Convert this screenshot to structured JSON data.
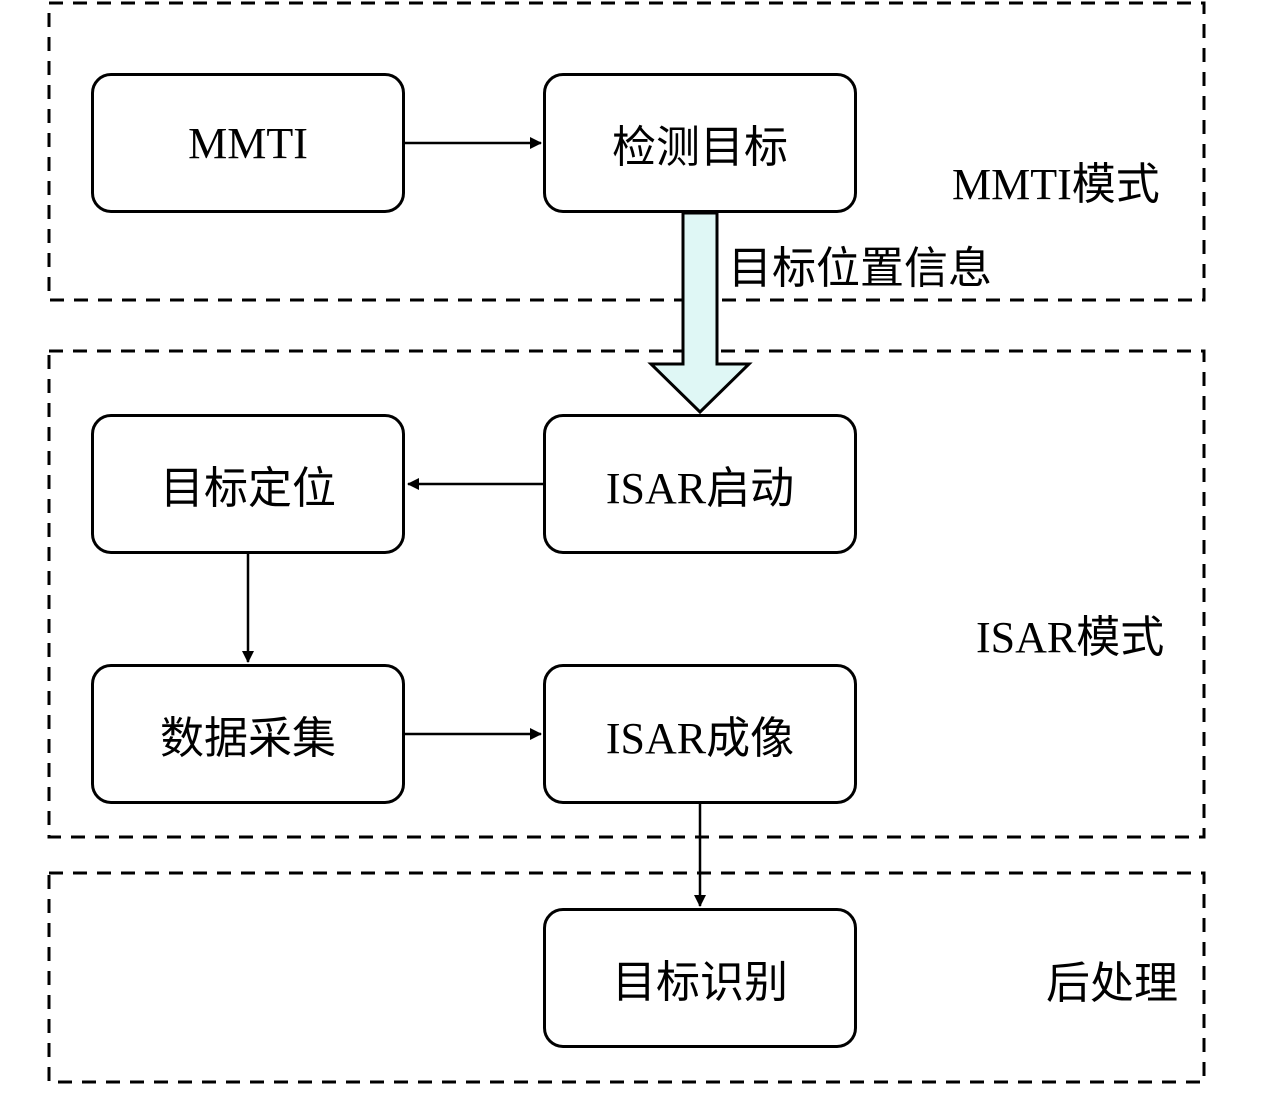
{
  "groups": [
    {
      "id": "mmti",
      "label": "MMTI模式"
    },
    {
      "id": "isar",
      "label": "ISAR模式"
    },
    {
      "id": "post",
      "label": "后处理"
    }
  ],
  "boxes": {
    "mmti": "MMTI",
    "detect": "检测目标",
    "locate": "目标定位",
    "isar_start": "ISAR启动",
    "collect": "数据采集",
    "isar_image": "ISAR成像",
    "recognize": "目标识别"
  },
  "edges": {
    "big_arrow_label": "目标位置信息"
  },
  "colors": {
    "big_arrow_fill": "#dff7f5",
    "stroke": "#000000"
  }
}
